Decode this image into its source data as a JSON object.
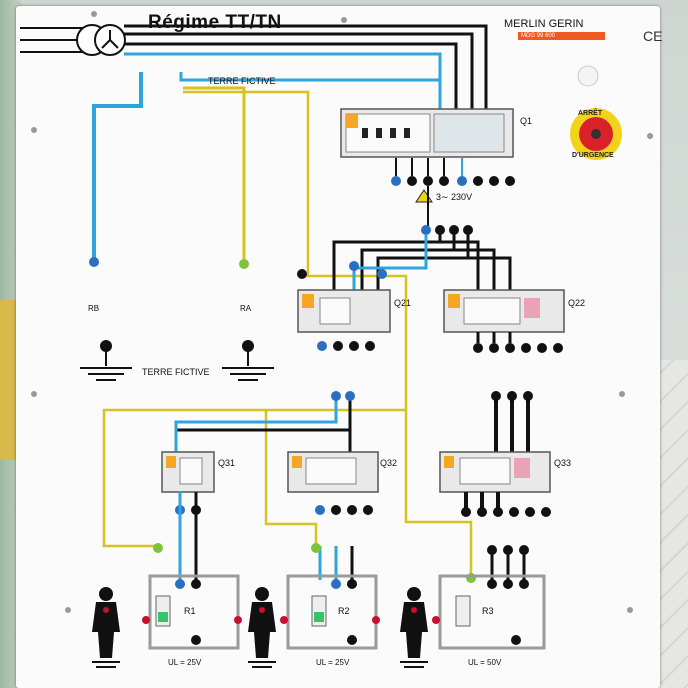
{
  "board": {
    "title": "Régime TT/TN",
    "brand": "MERLIN GERIN",
    "brand_ref": "MDG 99 600",
    "ce_mark": "CE"
  },
  "labels": {
    "terre_fictive_top": "TERRE FICTIVE",
    "terre_fictive_bottom": "TERRE FICTIVE",
    "rb": "RB",
    "ra": "RA",
    "voltage": "3∼ 230V",
    "estop_top": "ARRÊT",
    "estop_bottom": "D'URGENCE"
  },
  "breakers": [
    {
      "id": "q1",
      "label": "Q1"
    },
    {
      "id": "q21",
      "label": "Q21"
    },
    {
      "id": "q22",
      "label": "Q22"
    },
    {
      "id": "q31",
      "label": "Q31"
    },
    {
      "id": "q32",
      "label": "Q32"
    },
    {
      "id": "q33",
      "label": "Q33"
    }
  ],
  "loads": [
    {
      "id": "r1",
      "label": "R1",
      "voltage_limit": "UL = 25V"
    },
    {
      "id": "r2",
      "label": "R2",
      "voltage_limit": "UL = 25V"
    },
    {
      "id": "r3",
      "label": "R3",
      "voltage_limit": "UL = 50V"
    }
  ],
  "colors": {
    "neutral_wire": "#2ea6dd",
    "earth_wire": "#d7c21f",
    "phase_wire": "#1a1a1a",
    "estop_red": "#d9212a",
    "estop_yellow": "#f3d21a",
    "terminal_blue": "#2a6fc0",
    "terminal_green": "#7ec43a",
    "terminal_black": "#111111",
    "terminal_red": "#c8102e"
  }
}
